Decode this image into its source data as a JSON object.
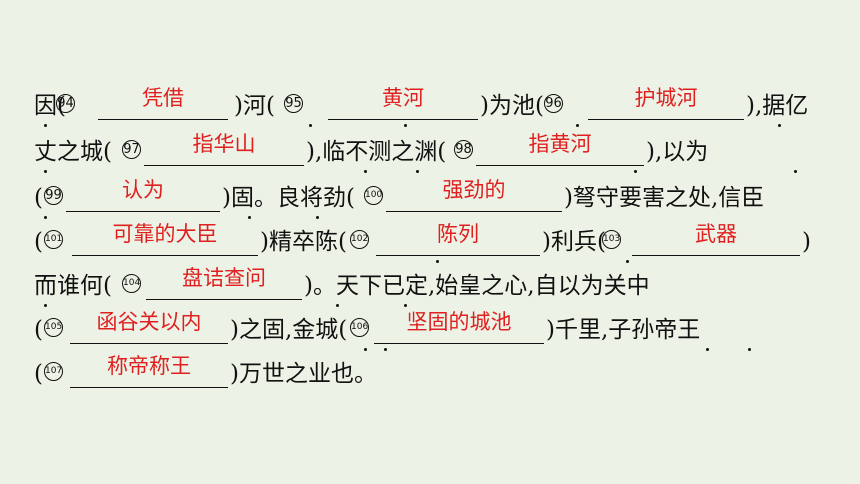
{
  "lines": [
    {
      "id": "l1",
      "segments": [
        {
          "type": "text",
          "value": "因("
        },
        {
          "type": "num",
          "value": "94"
        },
        {
          "type": "blank",
          "answer": "凭借"
        },
        {
          "type": "text",
          "value": ")河("
        },
        {
          "type": "num",
          "value": "95"
        },
        {
          "type": "blank",
          "answer": "黄河"
        },
        {
          "type": "text",
          "value": ")为池("
        },
        {
          "type": "num",
          "value": "96"
        },
        {
          "type": "blank",
          "answer": "护城河"
        },
        {
          "type": "text",
          "value": "),据亿"
        }
      ]
    },
    {
      "id": "l2",
      "segments": [
        {
          "type": "text",
          "value": "丈之城("
        },
        {
          "type": "num",
          "value": "97"
        },
        {
          "type": "blank",
          "answer": "指华山"
        },
        {
          "type": "text",
          "value": "),临不测之渊("
        },
        {
          "type": "num",
          "value": "98"
        },
        {
          "type": "blank",
          "answer": "指黄河"
        },
        {
          "type": "text",
          "value": "),以为"
        }
      ]
    },
    {
      "id": "l3",
      "segments": [
        {
          "type": "text",
          "value": "("
        },
        {
          "type": "num",
          "value": "99"
        },
        {
          "type": "blank",
          "answer": "认为"
        },
        {
          "type": "text",
          "value": ")固。良将劲("
        },
        {
          "type": "num",
          "value": "100"
        },
        {
          "type": "blank",
          "answer": "强劲的"
        },
        {
          "type": "text",
          "value": ")弩守要害之处,信臣"
        }
      ]
    },
    {
      "id": "l4",
      "segments": [
        {
          "type": "text",
          "value": "("
        },
        {
          "type": "num",
          "value": "101"
        },
        {
          "type": "blank",
          "answer": "可靠的大臣"
        },
        {
          "type": "text",
          "value": ")精卒陈("
        },
        {
          "type": "num",
          "value": "102"
        },
        {
          "type": "blank",
          "answer": "陈列"
        },
        {
          "type": "text",
          "value": ")利兵("
        },
        {
          "type": "num",
          "value": "103"
        },
        {
          "type": "blank",
          "answer": "武器"
        },
        {
          "type": "text",
          "value": ")"
        }
      ]
    },
    {
      "id": "l5",
      "segments": [
        {
          "type": "text",
          "value": "而谁何("
        },
        {
          "type": "num",
          "value": "104"
        },
        {
          "type": "blank",
          "answer": "盘诘查问"
        },
        {
          "type": "text",
          "value": ")。天下已定,始皇之心,自以为关中"
        }
      ]
    },
    {
      "id": "l6",
      "segments": [
        {
          "type": "text",
          "value": "("
        },
        {
          "type": "num",
          "value": "105"
        },
        {
          "type": "blank",
          "answer": "函谷关以内"
        },
        {
          "type": "text",
          "value": ")之固,金城("
        },
        {
          "type": "num",
          "value": "106"
        },
        {
          "type": "blank",
          "answer": "坚固的城池"
        },
        {
          "type": "text",
          "value": ")千里,子孙帝王"
        }
      ]
    },
    {
      "id": "l7",
      "segments": [
        {
          "type": "text",
          "value": "("
        },
        {
          "type": "num",
          "value": "107"
        },
        {
          "type": "blank",
          "answer": "称帝称王"
        },
        {
          "type": "text",
          "value": ")万世之业也。"
        }
      ]
    }
  ],
  "colors": {
    "background": "#ecf3e6",
    "answer": "#e02020",
    "text": "#111111"
  }
}
